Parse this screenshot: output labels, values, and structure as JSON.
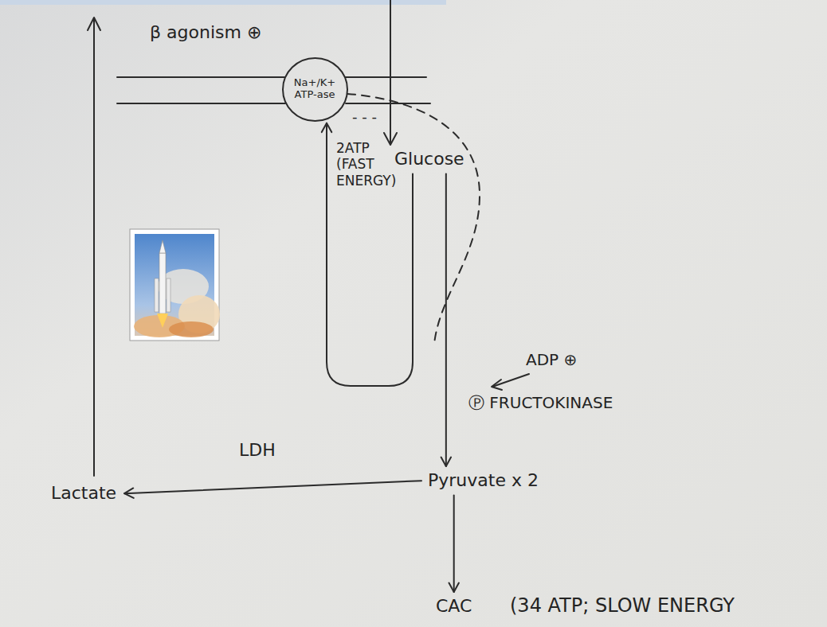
{
  "diagram": {
    "nodes": [
      {
        "text": [
          "Na+/K+ ATP-ase"
        ]
      },
      {
        "text": [
          "Glucose"
        ]
      },
      {
        "text": [
          "Pyruvate x 2"
        ]
      },
      {
        "text": [
          "Lactate"
        ]
      },
      {
        "text": [
          "CAC"
        ]
      }
    ],
    "edges": [
      {
        "from": 1,
        "to": 2,
        "arrow": "to",
        "label": "Ⓟ FRUCTOKINASE"
      },
      {
        "from": 1,
        "to": 0,
        "arrow": "to",
        "label": "2ATP (FAST ENERGY)"
      },
      {
        "from": 2,
        "to": 3,
        "arrow": "to",
        "label": "LDH"
      },
      {
        "from": 2,
        "to": 4,
        "arrow": "to"
      }
    ],
    "labels": [
      "β agonism ⊕",
      "- - -",
      "ADP ⊕",
      "(34 ATP; SLOW ENERGY"
    ]
  }
}
